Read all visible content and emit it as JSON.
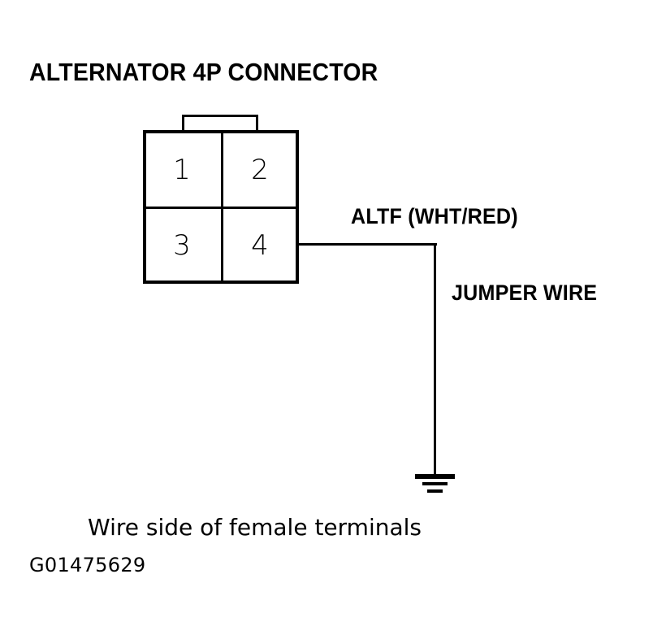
{
  "figure": {
    "title": "ALTERNATOR 4P CONNECTOR",
    "caption": "Wire side of female terminals",
    "figure_id": "G01475629",
    "background_color": "#ffffff",
    "line_color": "#000000"
  },
  "connector": {
    "name": "Alternator 4P Connector",
    "pin_count": 4,
    "view": "Wire side of female terminals",
    "rows": [
      {
        "pins": [
          {
            "number": "1"
          },
          {
            "number": "2"
          }
        ]
      },
      {
        "pins": [
          {
            "number": "3"
          },
          {
            "number": "4"
          }
        ]
      }
    ],
    "latch_tab": "connector-latch-tab"
  },
  "wiring": {
    "circuit_label": "ALTF (WHT/RED)",
    "jumper_label": "JUMPER WIRE",
    "source_pin": "4",
    "termination": "chassis-ground",
    "ground_symbol": {
      "name": "earth-ground-symbol",
      "bars": 3
    }
  }
}
